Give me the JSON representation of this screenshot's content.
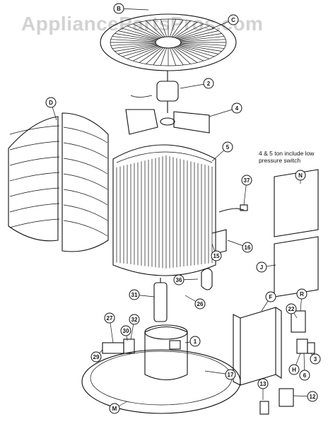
{
  "watermark": "AppliancePartsPros.com",
  "note": "4 & 5 ton include low pressure switch",
  "callouts": {
    "B": "B",
    "C": "C",
    "D": "D",
    "2": "2",
    "4": "4",
    "5": "5",
    "37": "37",
    "N": "N",
    "15": "15",
    "16": "16",
    "J": "J",
    "36": "36",
    "31": "31",
    "26": "26",
    "F": "F",
    "R": "R",
    "22": "22",
    "27": "27",
    "32": "32",
    "30": "30",
    "29": "29",
    "1": "1",
    "17": "17",
    "H": "H",
    "3": "3",
    "6": "6",
    "13": "13",
    "12": "12",
    "M": "M"
  }
}
